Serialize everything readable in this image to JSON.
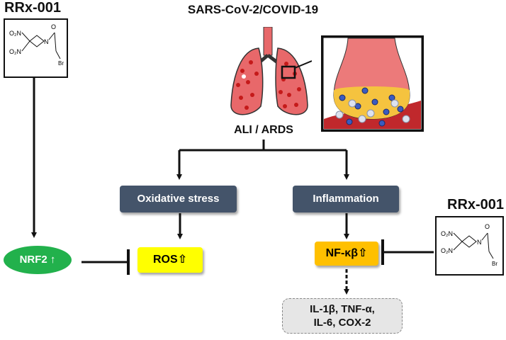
{
  "header": {
    "title": "SARS-CoV-2/COVID-19",
    "subtitle": "ALI / ARDS"
  },
  "drug_left": {
    "name": "RRx-001"
  },
  "drug_right": {
    "name": "RRx-001"
  },
  "structure_atoms": {
    "o2n_top": "O₂N",
    "o2n_bottom": "O₂N",
    "n": "N",
    "o": "O",
    "br": "Br"
  },
  "pathways": {
    "oxidative": "Oxidative stress",
    "inflammation": "Inflammation"
  },
  "nodes": {
    "nrf2": "NRF2 ↑",
    "ros": "ROS⇧",
    "nfkb": "NF-κβ⇧"
  },
  "cytokines": {
    "line1": "IL-1β, TNF-α,",
    "line2": "IL-6, COX-2"
  },
  "colors": {
    "pill": "#44546a",
    "ros": "#ffff00",
    "nfkb": "#ffc000",
    "nrf2": "#22b14c",
    "lung": "#e8686a",
    "vessel": "#c0282c"
  }
}
